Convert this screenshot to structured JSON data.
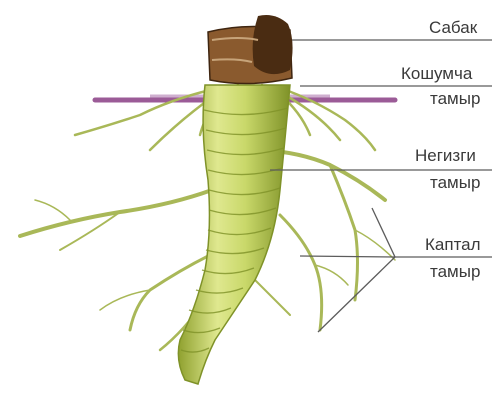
{
  "labels": {
    "stem": "Сабак",
    "adventitious_l1": "Кошумча",
    "adventitious_l2": "тамыр",
    "main_l1": "Негизги",
    "main_l2": "тамыр",
    "lateral_l1": "Каптал",
    "lateral_l2": "тамыр"
  },
  "colors": {
    "root_fill": "#c9d86a",
    "root_shade": "#8fa12f",
    "root_light": "#e2eb9e",
    "stem_fill": "#5a3a1e",
    "soil": "#8a3f86",
    "leader": "#5c5c5c",
    "rootlet": "#a9b858"
  }
}
